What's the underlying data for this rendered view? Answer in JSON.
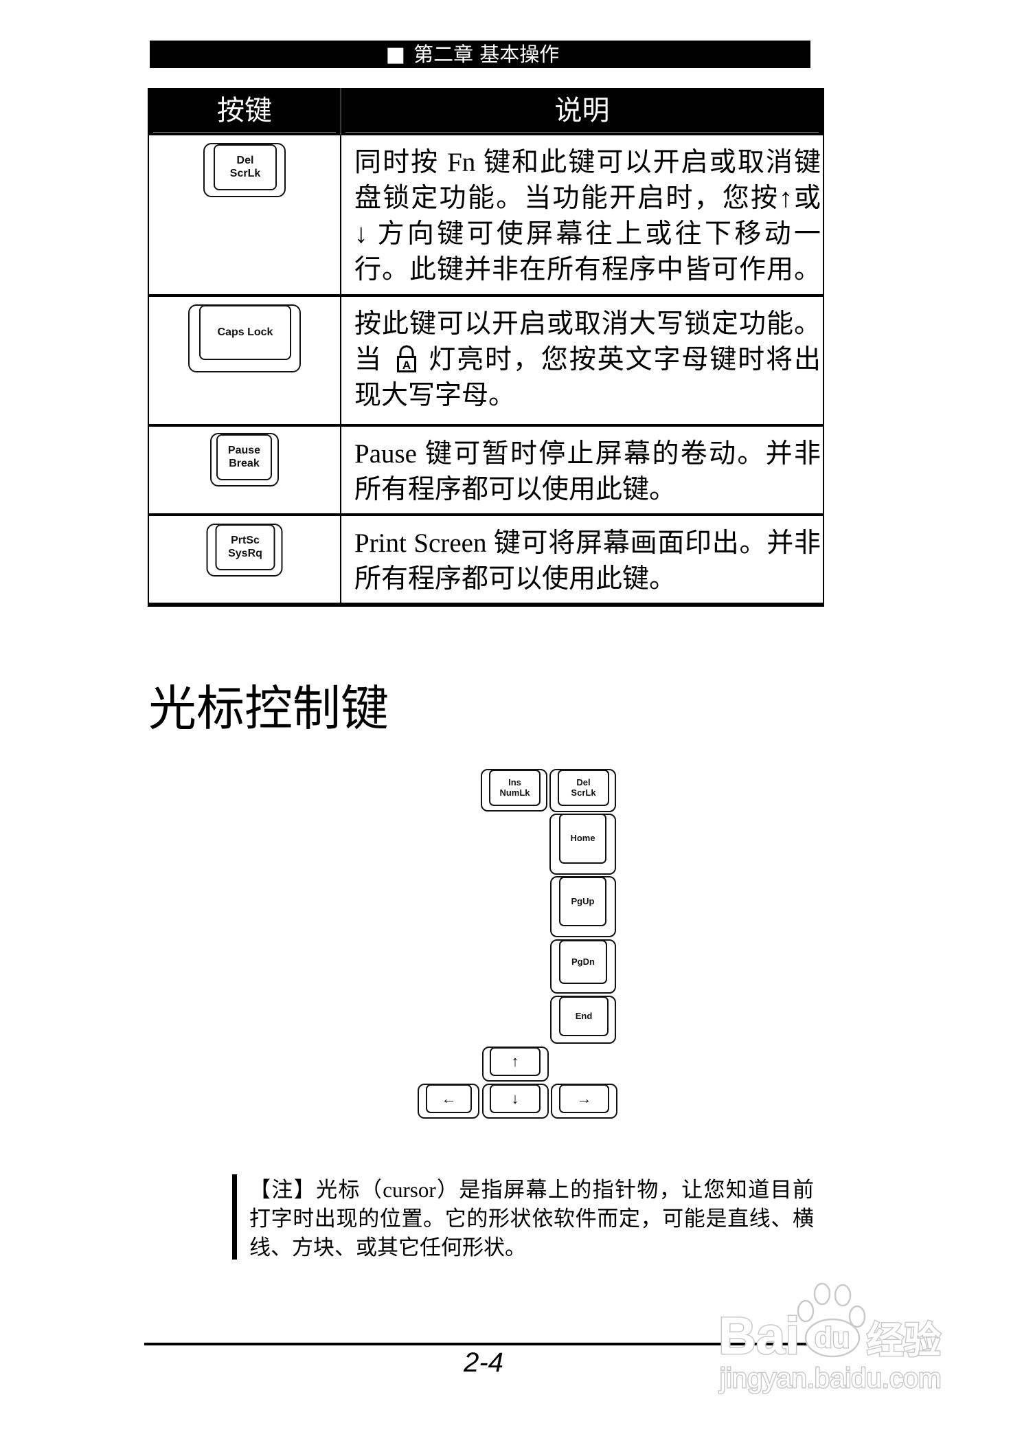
{
  "header_bar": {
    "marker_icon": "■",
    "title": "第二章  基本操作"
  },
  "key_table": {
    "columns": {
      "key": "按键",
      "description": "说明"
    },
    "rows": [
      {
        "key_labels": [
          "Del",
          "ScrLk"
        ],
        "lines": [
          {
            "text": "同时按 Fn 键和此键可以开启或取消键"
          },
          {
            "text": "盘锁定功能。当功能开启时，您按↑或"
          },
          {
            "text": "↓ 方向键可使屏幕往上或往下移动一"
          },
          {
            "text": "行。此键并非在所有程序中皆可作用。"
          }
        ]
      },
      {
        "key_labels": [
          "Caps Lock"
        ],
        "lines": [
          {
            "text": "按此键可以开启或取消大写锁定功能。"
          },
          {
            "before_icon": "当",
            "icon": "caps-lock-indicator-icon",
            "icon_letter": "A",
            "after_icon": "灯亮时，您按英文字母键时将出"
          },
          {
            "text": "现大写字母。"
          }
        ]
      },
      {
        "key_labels": [
          "Pause",
          "Break"
        ],
        "lines": [
          {
            "text": "Pause  键可暂时停止屏幕的卷动。并非"
          },
          {
            "text": "所有程序都可以使用此键。"
          }
        ]
      },
      {
        "key_labels": [
          "PrtSc",
          "SysRq"
        ],
        "lines": [
          {
            "text": "Print Screen 键可将屏幕画面印出。并非"
          },
          {
            "text": "所有程序都可以使用此键。"
          }
        ]
      }
    ]
  },
  "section": {
    "title": "光标控制键"
  },
  "cursor_keys": {
    "ins": [
      "Ins",
      "NumLk"
    ],
    "del": [
      "Del",
      "ScrLk"
    ],
    "home": [
      "Home"
    ],
    "pgup": [
      "PgUp"
    ],
    "pgdn": [
      "PgDn"
    ],
    "end": [
      "End"
    ],
    "up": [
      "↑"
    ],
    "left": [
      "←"
    ],
    "down": [
      "↓"
    ],
    "right": [
      "→"
    ]
  },
  "note": {
    "lines": [
      "【注】光标（cursor）是指屏幕上的指针物，让您知道目前",
      "打字时出现的位置。它的形状依软件而定，可能是直线、横",
      "线、方块、或其它任何形状。"
    ]
  },
  "footer": {
    "page_number": "2-4"
  },
  "watermark": {
    "brand_prefix": "Bai",
    "brand_suffix": "du",
    "product": "经验",
    "url": "jingyan.baidu.com"
  },
  "colors": {
    "ink": "#000000",
    "paper": "#ffffff",
    "watermark_outline": "#cacaca"
  }
}
